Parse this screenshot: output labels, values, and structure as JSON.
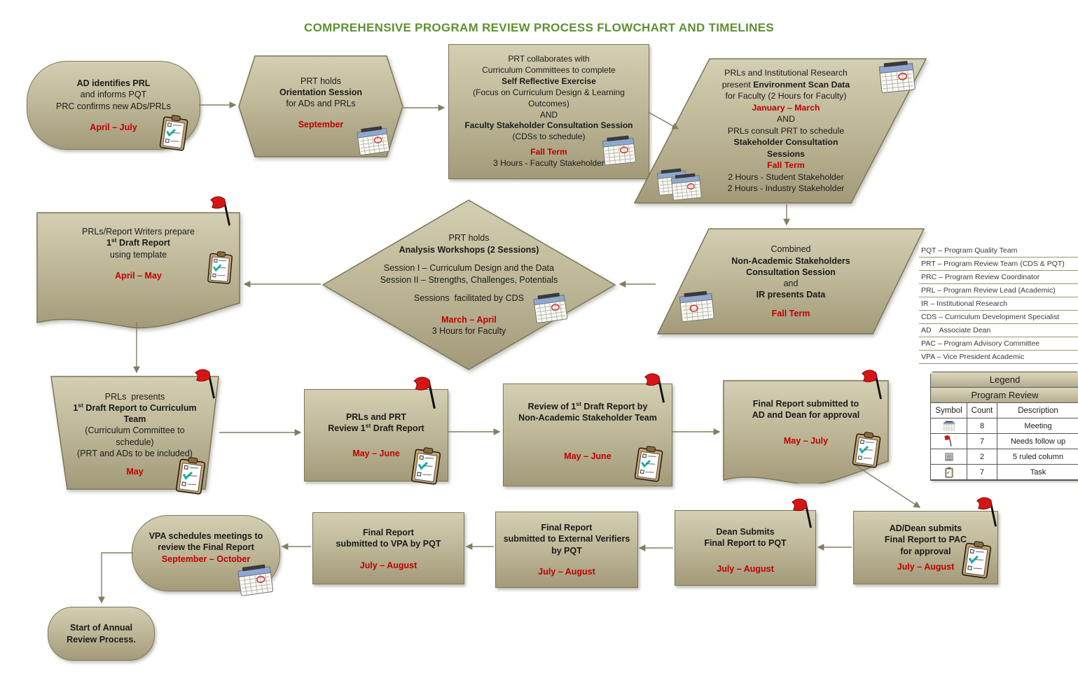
{
  "title": "COMPREHENSIVE PROGRAM REVIEW PROCESS FLOWCHART AND TIMELINES",
  "colors": {
    "title_green": "#5d9132",
    "date_red": "#c00000",
    "shape_top": "#d4cfb3",
    "shape_bottom": "#a29a79",
    "shape_border": "#7c765a",
    "arrow": "#837d60"
  },
  "icons": {
    "calendar-icon": "🗓",
    "follow-up-flag-icon": "⚑",
    "task-clipboard-icon": "📋",
    "ruled-column-icon": "▤"
  },
  "nodes": {
    "identify": {
      "l1": "AD identifies PRL",
      "l2": "and informs PQT",
      "l3": "PRC confirms new ADs/PRLs",
      "date": "April – July"
    },
    "orientation": {
      "l1": "PRT holds",
      "l2": "Orientation Session",
      "l3": "for ADs and PRLs",
      "date": "September"
    },
    "self_reflective": {
      "l1": "PRT collaborates with",
      "l2": "Curriculum Committees to complete",
      "l3": "Self Reflective Exercise",
      "l4": "(Focus on Curriculum Design & Learning",
      "l5": "Outcomes)",
      "l6": "AND",
      "l7": "Faculty Stakeholder Consultation Session",
      "l8": "(CDSs to schedule)",
      "date": "Fall Term",
      "l9": "3 Hours - Faculty Stakeholder"
    },
    "env_scan": {
      "l1": "PRLs and Institutional Research",
      "l2_pre": "present ",
      "l2_bold": "Environment Scan Data",
      "l3": "for Faculty (2 Hours for Faculty)",
      "date1": "January – March",
      "l4": "AND",
      "l5": "PRLs consult PRT to schedule",
      "l6": "Stakeholder Consultation",
      "l7": "Sessions",
      "date2": "Fall Term",
      "l8": "2 Hours - Student Stakeholder",
      "l9": "2 Hours - Industry Stakeholder"
    },
    "workshops": {
      "l1": "PRT holds",
      "l2": "Analysis Workshops (2 Sessions)",
      "l3": "Session I – Curriculum Design and the Data",
      "l4": "Session II – Strengths, Challenges, Potentials",
      "l5": "Sessions  facilitated by CDS",
      "date": "March – April",
      "l6": "3 Hours for Faculty"
    },
    "combined": {
      "l1": "Combined",
      "l2": "Non-Academic Stakeholders",
      "l3": "Consultation Session",
      "l4": "and",
      "l5": "IR presents Data",
      "date": "Fall Term"
    },
    "draft": {
      "l1": "PRLs/Report Writers prepare",
      "l2_num": "1",
      "l2_sup": "st",
      "l2_rest": " Draft Report",
      "l3": "using template",
      "date": "April – May"
    },
    "presents": {
      "l1": "PRLs  presents",
      "l2_num": "1",
      "l2_sup": "st",
      "l2_rest": " Draft Report to Curriculum",
      "l3": "Team",
      "l4": "(Curriculum Committee to",
      "l5": "schedule)",
      "l6": "(PRT and ADs to be included)",
      "date": "May"
    },
    "prt_review": {
      "l1": "PRLs and PRT",
      "l2_pre": "Review 1",
      "l2_sup": "st",
      "l2_rest": " Draft Report",
      "date": "May – June"
    },
    "stakeholder_review": {
      "l1_pre": "Review of 1",
      "l1_sup": "st",
      "l1_rest": " Draft Report by",
      "l2": "Non-Academic Stakeholder Team",
      "date": "May – June"
    },
    "final_submit": {
      "l1": "Final Report submitted to",
      "l2": "AD and Dean for approval",
      "date": "May – July"
    },
    "pac": {
      "l1": "AD/Dean submits",
      "l2": "Final Report to PAC",
      "l3": "for approval",
      "date": "July – August"
    },
    "dean_pqt": {
      "l1": "Dean Submits",
      "l2": "Final Report to PQT",
      "date": "July – August"
    },
    "external": {
      "l1": "Final Report",
      "l2": "submitted to External Verifiers",
      "l3": "by PQT",
      "date": "July – August"
    },
    "vpa_submit": {
      "l1": "Final Report",
      "l2": "submitted to VPA by PQT",
      "date": "July – August"
    },
    "vpa_meetings": {
      "l1": "VPA schedules meetings to",
      "l2": "review the Final Report",
      "date": "September – October"
    },
    "annual": {
      "l1": "Start of Annual",
      "l2": "Review Process."
    }
  },
  "abbreviations": {
    "rows": [
      "PQT – Program Quality Team",
      "PRT – Program Review Team (CDS & PQT)",
      "PRC – Program Review Coordinator",
      "PRL – Program Review Lead (Academic)",
      "IR – Institutional Research",
      "CDS – Curriculum Development Specialist",
      "AD    Associate Dean",
      "PAC – Program Advisory Committee",
      "VPA – Vice President Academic"
    ]
  },
  "legend": {
    "title": "Legend",
    "subtitle": "Program Review",
    "col_symbol": "Symbol",
    "col_count": "Count",
    "col_desc": "Description",
    "rows": [
      {
        "icon": "calendar-icon",
        "count": "8",
        "desc": "Meeting"
      },
      {
        "icon": "follow-up-flag-icon",
        "count": "7",
        "desc": "Needs follow up"
      },
      {
        "icon": "ruled-column-icon",
        "count": "2",
        "desc": "5 ruled column"
      },
      {
        "icon": "task-clipboard-icon",
        "count": "7",
        "desc": "Task"
      }
    ]
  }
}
